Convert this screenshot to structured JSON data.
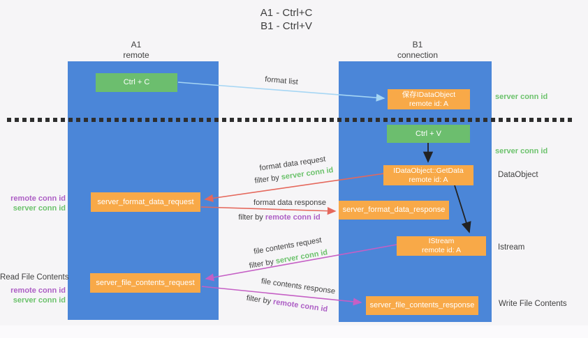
{
  "title": {
    "line1": "A1 - Ctrl+C",
    "line2": "B1 - Ctrl+V"
  },
  "columns": {
    "a": {
      "id": "A1",
      "subtitle": "remote"
    },
    "b": {
      "id": "B1",
      "subtitle": "connection"
    }
  },
  "boxes": {
    "ctrl_c": "Ctrl + C",
    "ctrl_v": "Ctrl + V",
    "save_dataobject": {
      "line1": "保存IDataObject",
      "line2": "remote id: A"
    },
    "getdata": {
      "line1": "IDataObject::GetData",
      "line2": "remote id: A"
    },
    "istream": {
      "line1": "IStream",
      "line2": "remote id: A"
    },
    "format_data_request": "server_format_data_request",
    "format_data_response": "server_format_data_response",
    "file_contents_request": "server_file_contents_request",
    "file_contents_response": "server_file_contents_response"
  },
  "arrow_labels": {
    "format_list": "format list",
    "format_data_request": "format data request",
    "format_data_response": "format data response",
    "file_contents_request": "file contents request",
    "file_contents_response": "file contents response",
    "filter_by": "filter by ",
    "server_conn_id": "server conn id",
    "remote_conn_id": "remote conn id"
  },
  "side_labels": {
    "left_mid_remote": "remote conn id",
    "left_mid_server": "server conn id",
    "left_read_file": "Read File Contents",
    "left_bottom_remote": "remote conn id",
    "left_bottom_server": "server conn id",
    "right_server_top": "server conn id",
    "right_server_mid": "server conn id",
    "right_dataobject": "DataObject",
    "right_istream": "Istream",
    "right_write_file": "Write File Contents"
  },
  "colors": {
    "column_blue": "#4b86d8",
    "box_green": "#6cbe6e",
    "box_orange": "#f8a948",
    "arrow_lightblue": "#a6d6f4",
    "arrow_black": "#222222",
    "arrow_salmon": "#e5685c",
    "arrow_magenta": "#c55fc5",
    "label_green": "#6cc26c",
    "label_purple": "#ad5fc5",
    "text_dark": "#3e3e3e",
    "background": "#f6f5f7"
  }
}
